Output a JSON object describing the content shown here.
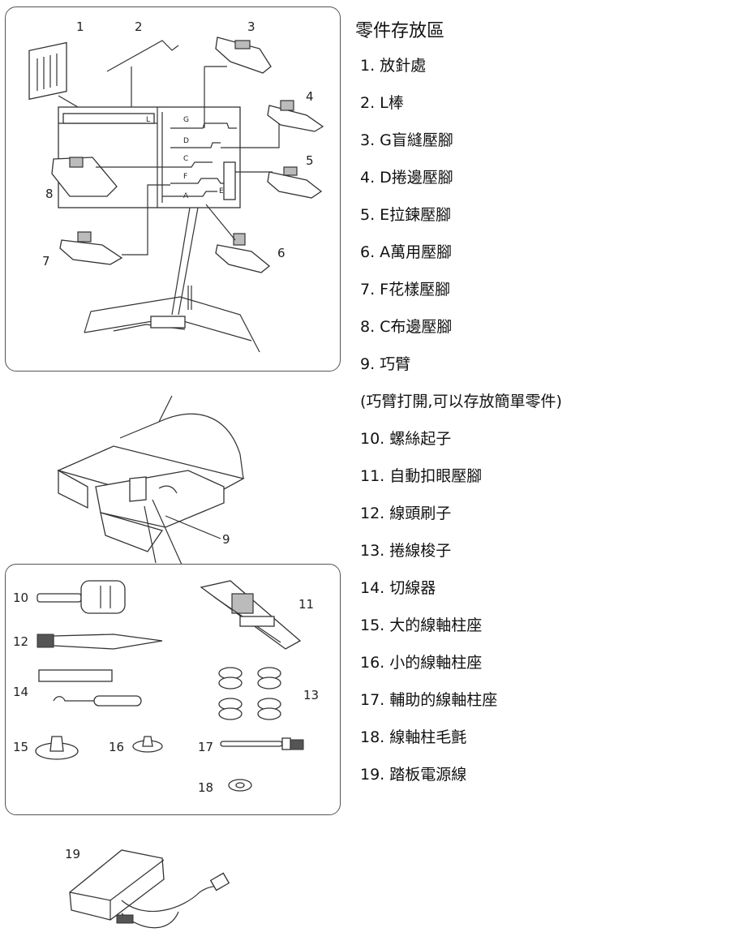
{
  "labels": {
    "n1": "1",
    "n2": "2",
    "n3": "3",
    "n4": "4",
    "n5": "5",
    "n6": "6",
    "n7": "7",
    "n8": "8",
    "n9": "9",
    "n10": "10",
    "n11": "11",
    "n12": "12",
    "n13": "13",
    "n14": "14",
    "n15": "15",
    "n16": "16",
    "n17": "17",
    "n18": "18",
    "n19": "19",
    "slot_g": "G",
    "slot_d": "D",
    "slot_c": "C",
    "slot_f": "F",
    "slot_a": "A",
    "slot_e": "E",
    "slot_l": "L"
  },
  "list": {
    "title": "零件存放區",
    "items": [
      "1. 放針處",
      "2. L棒",
      "3. G盲縫壓腳",
      "4. D捲邊壓腳",
      "5. E拉鍊壓腳",
      "6. A萬用壓腳",
      "7. F花樣壓腳",
      "8. C布邊壓腳",
      "9. 巧臂",
      "(巧臂打開,可以存放簡單零件)",
      "10. 螺絲起子",
      "11. 自動扣眼壓腳",
      "12. 線頭刷子",
      "13. 捲線梭子",
      "14. 切線器",
      "15. 大的線軸柱座",
      "16. 小的線軸柱座",
      "17. 輔助的線軸柱座",
      "18. 線軸柱毛氈",
      "19. 踏板電源線"
    ]
  }
}
